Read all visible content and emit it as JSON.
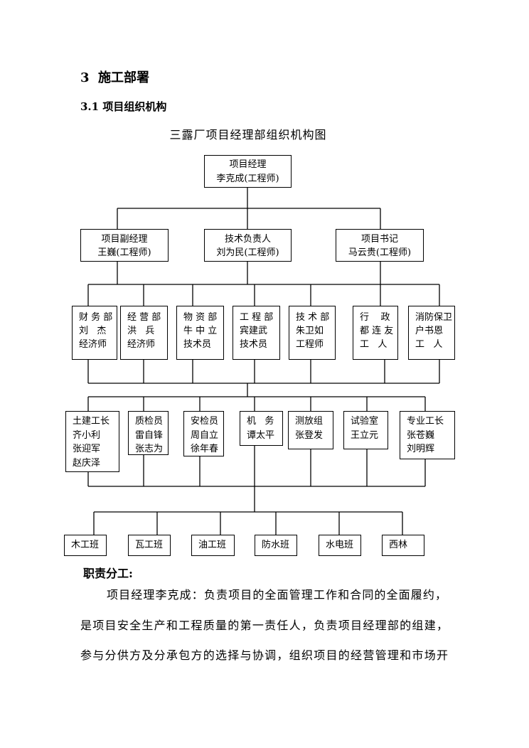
{
  "page": {
    "section_heading": "3  施工部署",
    "subsection_heading": "3.1 项目组织机构"
  },
  "org_chart": {
    "title": "三露厂项目经理部组织机构图",
    "manager": {
      "lines": [
        "项目经理",
        "李克成(工程师)"
      ]
    },
    "level2": [
      {
        "lines": [
          "项目副经理",
          "王巍(工程师)"
        ]
      },
      {
        "lines": [
          "技术负责人",
          "刘为民(工程师)"
        ]
      },
      {
        "lines": [
          "项目书记",
          "马云贵(工程师)"
        ]
      }
    ],
    "departments": [
      {
        "lines": [
          "财 务 部",
          "刘   杰",
          "经济师"
        ]
      },
      {
        "lines": [
          "经 营 部",
          "洪   兵",
          "经济师"
        ]
      },
      {
        "lines": [
          "物 资 部",
          "牛 中 立",
          "技术员"
        ]
      },
      {
        "lines": [
          "工 程 部",
          "宾建武",
          "技术员"
        ]
      },
      {
        "lines": [
          "技 术 部",
          "朱卫如",
          "工程师"
        ]
      },
      {
        "lines": [
          "行    政",
          "都 连 友",
          "工   人"
        ]
      },
      {
        "lines": [
          "消防保卫",
          "户书恩",
          "工   人"
        ]
      }
    ],
    "site_staff": [
      {
        "lines": [
          "土建工长",
          "齐小利",
          "张迎军",
          "赵庆泽"
        ]
      },
      {
        "lines": [
          "质检员",
          "雷自锋",
          "张志为"
        ]
      },
      {
        "lines": [
          "安检员",
          "周自立",
          "徐年春"
        ]
      },
      {
        "lines": [
          "机   务",
          "谭太平"
        ]
      },
      {
        "lines": [
          "测放组",
          "张登发"
        ]
      },
      {
        "lines": [
          "试验室",
          "王立元"
        ]
      },
      {
        "lines": [
          "专业工长",
          "张苍巍",
          "刘明辉"
        ]
      }
    ],
    "work_teams": [
      "木工班",
      "瓦工班",
      "油工班",
      "防水班",
      "水电班",
      "西林"
    ]
  },
  "duties": {
    "heading": "职责分工:",
    "lines": [
      "项目经理李克成：负责项目的全面管理工作和合同的全面履约，",
      "是项目安全生产和工程质量的第一责任人，负责项目经理部的组建，",
      "参与分供方及分承包方的选择与协调，组织项目的经营管理和市场开"
    ]
  }
}
